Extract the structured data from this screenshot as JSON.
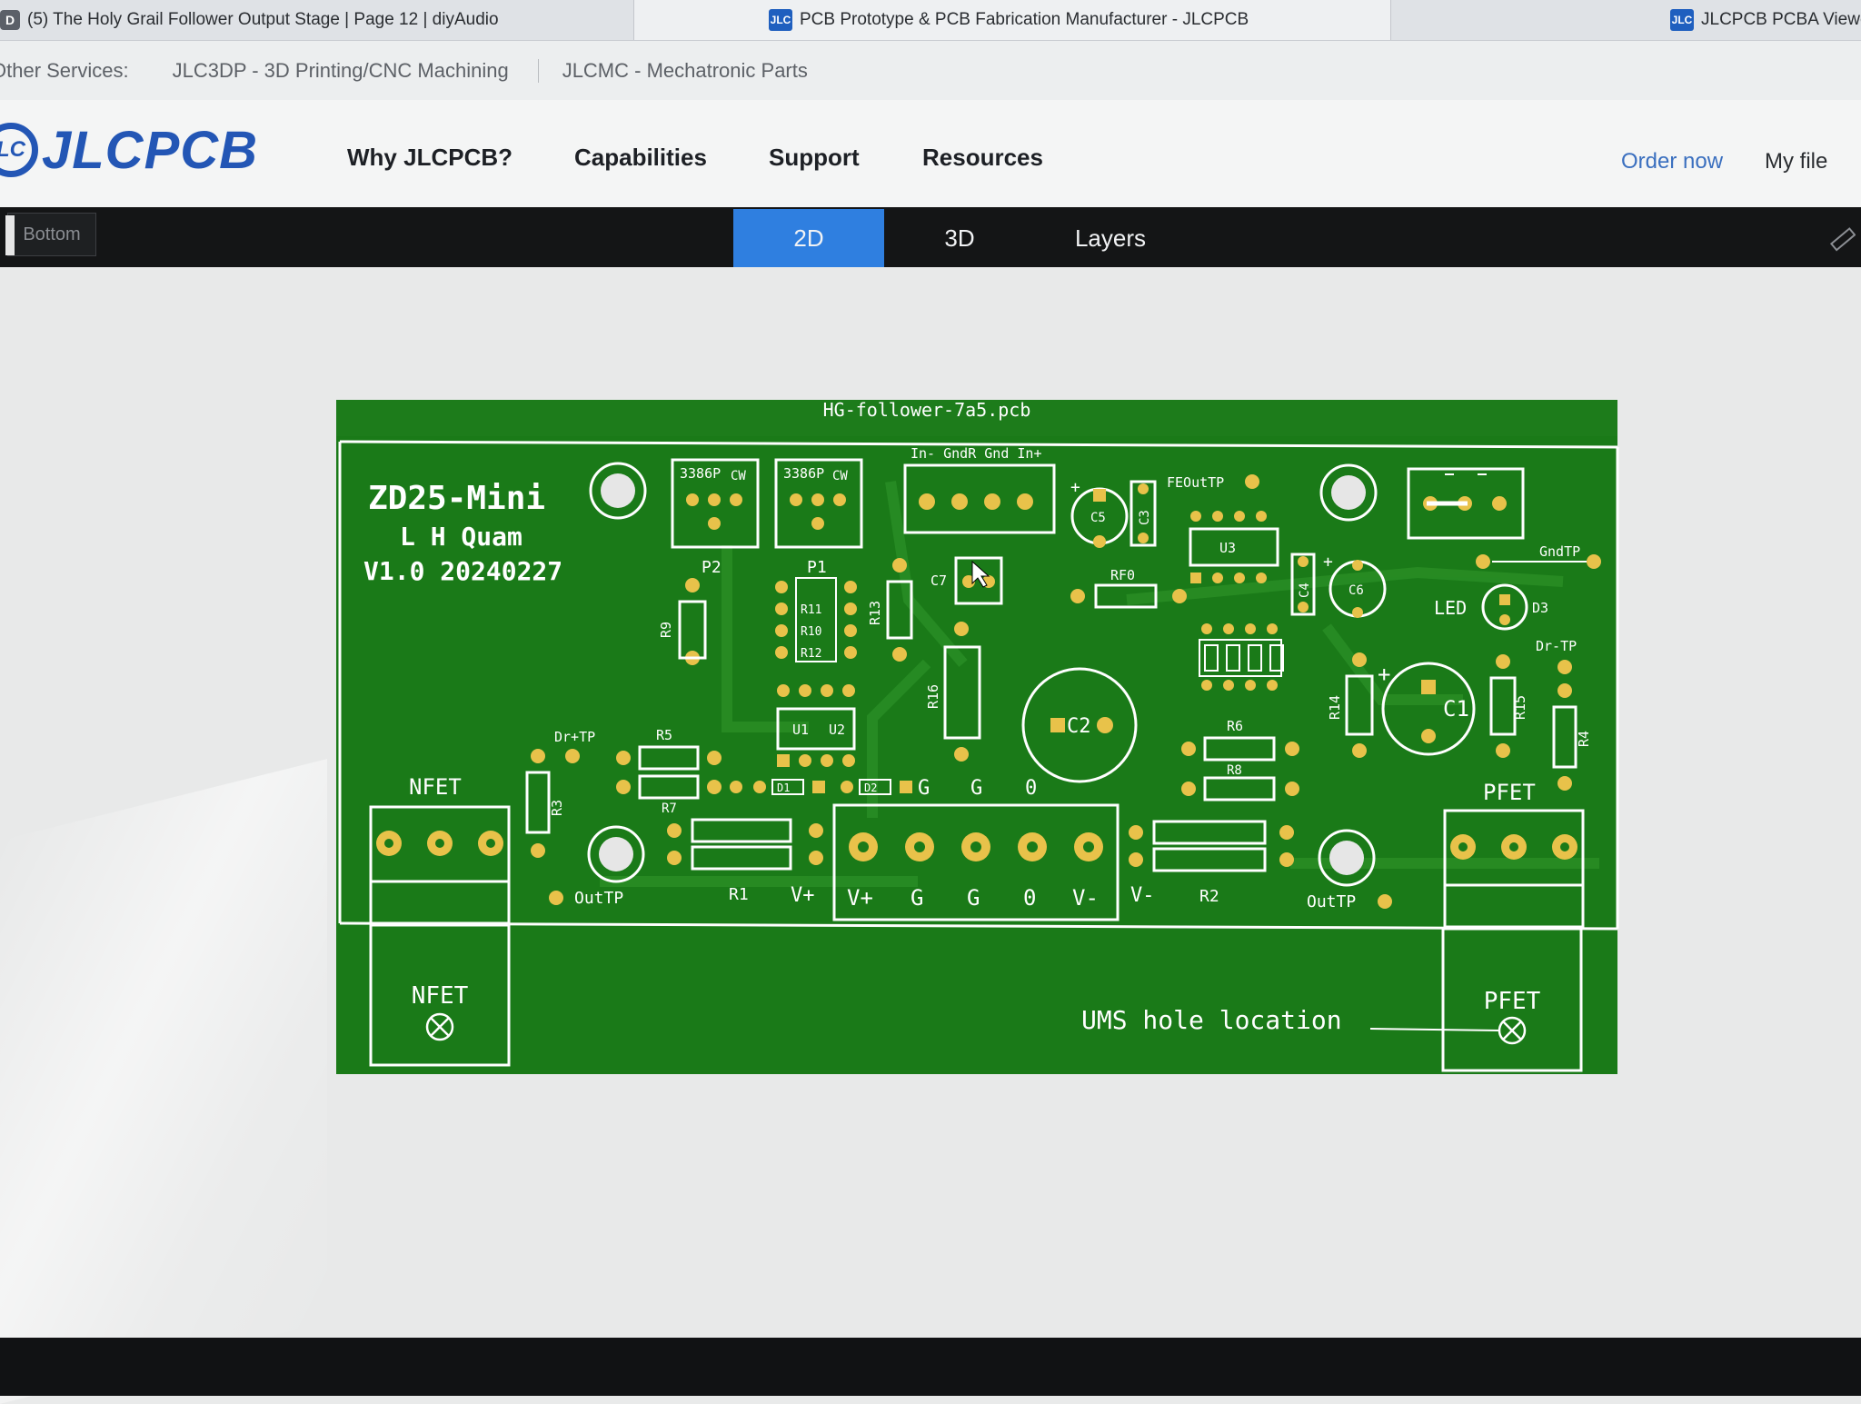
{
  "browser": {
    "tabs": [
      {
        "favicon": "D",
        "title": "(5) The Holy Grail Follower Output Stage | Page 12 | diyAudio"
      },
      {
        "favicon": "JLC",
        "title": "PCB Prototype & PCB Fabrication Manufacturer - JLCPCB"
      },
      {
        "favicon": "JLC",
        "title": "JLCPCB PCBA Viewer"
      }
    ]
  },
  "services": {
    "label": "Other Services:",
    "links": [
      "JLC3DP - 3D Printing/CNC Machining",
      "JLCMC - Mechatronic Parts"
    ]
  },
  "header": {
    "logo_mark": "LC",
    "logo_text": "JLCPCB",
    "nav": [
      "Why JLCPCB?",
      "Capabilities",
      "Support",
      "Resources"
    ],
    "order_now": "Order now",
    "my_file": "My file",
    "order_color": "#3a6fbf"
  },
  "viewer": {
    "side_button": "Bottom",
    "tabs": [
      "2D",
      "3D",
      "Layers"
    ],
    "active_tab": "2D",
    "accent": "#2f7fe0"
  },
  "pcb": {
    "file_name": "HG-follower-7a5.pcb",
    "board_color": "#1a7a18",
    "pad_color": "#e8c24a",
    "silk": {
      "title": "ZD25-Mini",
      "author": "L H Quam",
      "version": "V1.0 20240227",
      "pot_1": "3386P",
      "pot_2": "3386P",
      "cw": "CW",
      "p2": "P2",
      "p1": "P1",
      "in_header": "In- GndR Gnd In+",
      "fe_out_tp": "FEOutTP",
      "gnd_tp": "GndTP",
      "led": "LED",
      "d3": "D3",
      "dr_tp_right": "Dr-TP",
      "dr_tp_left": "Dr+TP",
      "c1": "C1",
      "c2": "C2",
      "c3": "C3",
      "c4": "C4",
      "c5": "C5",
      "c6": "C6",
      "c7": "C7",
      "rf0": "RF0",
      "u1": "U1",
      "u2": "U2",
      "u3": "U3",
      "r1": "R1",
      "r2": "R2",
      "r3": "R3",
      "r4": "R4",
      "r5": "R5",
      "r6": "R6",
      "r7": "R7",
      "r8": "R8",
      "r9": "R9",
      "r10": "R10",
      "r11": "R11",
      "r12": "R12",
      "r13": "R13",
      "r14": "R14",
      "r15": "R15",
      "r16": "R16",
      "d1": "D1",
      "d2": "D2",
      "g_top_1": "G",
      "g_top_2": "G",
      "zero_top": "0",
      "nfet_top": "NFET",
      "pfet_top": "PFET",
      "out_tp_left": "OutTP",
      "out_tp_right": "OutTP",
      "v_plus_left": "V+",
      "v_minus_right": "V-",
      "terminal": [
        "V+",
        "G",
        "G",
        "0",
        "V-"
      ],
      "nfet_bottom": "NFET",
      "pfet_bottom": "PFET",
      "ums_hole": "UMS hole location",
      "plus_mark": "+"
    }
  }
}
